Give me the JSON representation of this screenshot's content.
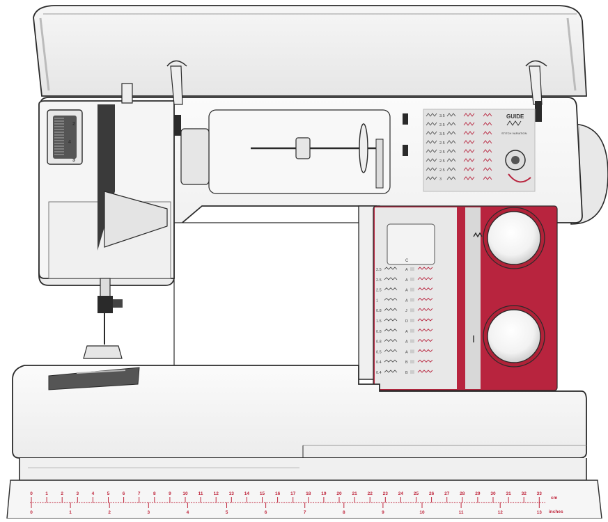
{
  "colors": {
    "body": "#f3f3f3",
    "outline": "#2a2a2a",
    "accent": "#b8243e",
    "accent_dark": "#8e1a2f",
    "panel_grey": "#dcdcdc",
    "ruler_text": "#c0283e"
  },
  "stitch_chart": {
    "guide_title": "GUIDE",
    "guide_subtitle": "STITCH VARIATION",
    "lengths": [
      "3.5",
      "2.5",
      "3.5",
      "2.5",
      "2.5",
      "2.5",
      "2.5",
      "3"
    ]
  },
  "settings_table": {
    "rows": [
      {
        "len": "2.5",
        "letter": "A"
      },
      {
        "len": "2.5",
        "letter": "A"
      },
      {
        "len": "2.5",
        "letter": "A"
      },
      {
        "len": "1",
        "letter": "A"
      },
      {
        "len": "0.8",
        "letter": "J"
      },
      {
        "len": "1.5",
        "letter": "D"
      },
      {
        "len": "0.8",
        "letter": "A"
      },
      {
        "len": "0.8",
        "letter": "A"
      },
      {
        "len": "0.5",
        "letter": "A"
      },
      {
        "len": "0.4",
        "letter": "B"
      },
      {
        "len": "0.4",
        "letter": "B"
      }
    ],
    "foot_letter": "C"
  },
  "tension_dial": {
    "numbers": [
      "2",
      "4",
      "3"
    ]
  },
  "ruler": {
    "cm_label": "cm",
    "inch_label": "inches",
    "cm_marks": [
      "0",
      "1",
      "2",
      "3",
      "4",
      "5",
      "6",
      "7",
      "8",
      "9",
      "10",
      "11",
      "12",
      "13",
      "14",
      "15",
      "16",
      "17",
      "18",
      "19",
      "20",
      "21",
      "22",
      "23",
      "24",
      "25",
      "26",
      "27",
      "28",
      "29",
      "30",
      "31",
      "32",
      "33"
    ],
    "inch_marks": [
      "0",
      "1",
      "2",
      "3",
      "4",
      "5",
      "6",
      "7",
      "8",
      "9",
      "10",
      "11",
      "12",
      "13"
    ]
  }
}
